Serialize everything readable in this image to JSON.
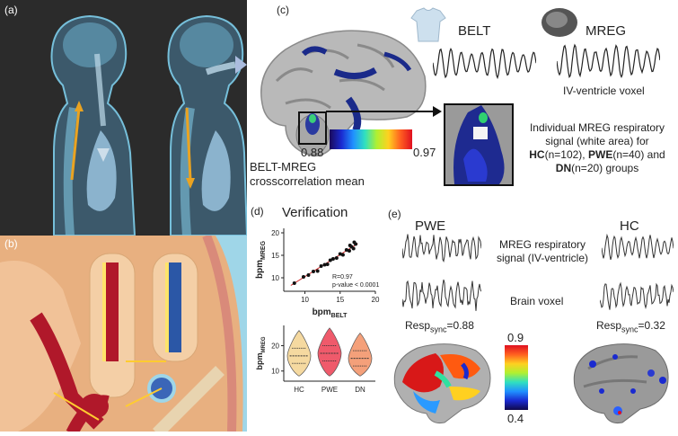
{
  "panels": {
    "a": {
      "letter": "(a)"
    },
    "b": {
      "letter": "(b)"
    },
    "c": {
      "letter": "(c)",
      "belt_label": "BELT",
      "mreg_label": "MREG",
      "voxel_label": "IV-ventricle voxel",
      "colorbar_min": "0.88",
      "colorbar_max": "0.97",
      "caption_line1": "BELT-MREG",
      "caption_line2": "crosscorrelation mean",
      "desc_line1": "Individual  MREG respiratory",
      "desc_line2": "signal (white area) for",
      "desc_hc": "HC",
      "desc_hc_n": "(n=102), ",
      "desc_pwe": "PWE",
      "desc_pwe_n": "(n=40) and",
      "desc_dn": "DN",
      "desc_dn_n": "(n=20) groups"
    },
    "d": {
      "letter": "(d)",
      "title": "Verification",
      "r_text": "R=0.97",
      "p_text": "p-value < 0.0001",
      "violin_groups": [
        "HC",
        "PWE",
        "DN"
      ]
    },
    "e": {
      "letter": "(e)",
      "pwe_label": "PWE",
      "hc_label": "HC",
      "mreg_line1": "MREG respiratory",
      "mreg_line2": "signal (IV-ventricle)",
      "brain_voxel": "Brain voxel",
      "resp_pwe": "=0.88",
      "resp_hc": "=0.32",
      "resp_prefix": "Resp",
      "resp_sub": "sync",
      "colorbar_max": "0.9",
      "colorbar_min": "0.4"
    }
  },
  "chart_data": [
    {
      "type": "scatter",
      "xlabel": "bpm_BELT",
      "ylabel": "bpm_MREG",
      "x_ticks": [
        10,
        15,
        20
      ],
      "y_ticks": [
        10,
        15,
        20
      ],
      "xlim": [
        7,
        20
      ],
      "ylim": [
        7,
        21
      ],
      "points": [
        {
          "x": 8.5,
          "y": 8.8
        },
        {
          "x": 9.8,
          "y": 10.2
        },
        {
          "x": 10.5,
          "y": 10.6
        },
        {
          "x": 11.2,
          "y": 11.4
        },
        {
          "x": 11.8,
          "y": 11.5
        },
        {
          "x": 12.3,
          "y": 12.6
        },
        {
          "x": 12.8,
          "y": 12.9
        },
        {
          "x": 13.2,
          "y": 13.0
        },
        {
          "x": 13.6,
          "y": 13.9
        },
        {
          "x": 14.0,
          "y": 14.2
        },
        {
          "x": 14.5,
          "y": 14.4
        },
        {
          "x": 15.0,
          "y": 15.3
        },
        {
          "x": 15.4,
          "y": 15.1
        },
        {
          "x": 15.9,
          "y": 16.2
        },
        {
          "x": 16.3,
          "y": 16.0
        },
        {
          "x": 16.6,
          "y": 16.9
        },
        {
          "x": 16.9,
          "y": 16.5
        },
        {
          "x": 17.2,
          "y": 17.5
        },
        {
          "x": 17.0,
          "y": 17.9
        },
        {
          "x": 16.4,
          "y": 17.2
        }
      ],
      "fit": {
        "x": [
          8,
          17.5
        ],
        "y": [
          8.3,
          17.6
        ]
      }
    },
    {
      "type": "violin",
      "ylabel": "bpm_MREG",
      "y_ticks": [
        10,
        20
      ],
      "ylim": [
        6,
        28
      ],
      "categories": [
        "HC",
        "PWE",
        "DN"
      ],
      "series": [
        {
          "name": "HC",
          "median": 16,
          "q1": 13,
          "q3": 19,
          "min": 8,
          "max": 26,
          "color": "#f5d9a0"
        },
        {
          "name": "PWE",
          "median": 17,
          "q1": 14,
          "q3": 20,
          "min": 8,
          "max": 27,
          "color": "#ef5a6b"
        },
        {
          "name": "DN",
          "median": 15,
          "q1": 12,
          "q3": 18,
          "min": 8,
          "max": 25,
          "color": "#f4a07a"
        }
      ]
    }
  ]
}
